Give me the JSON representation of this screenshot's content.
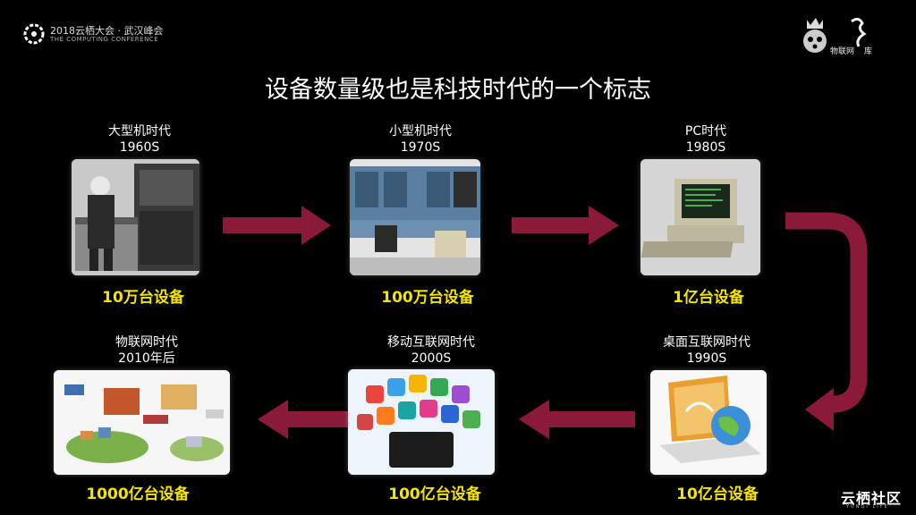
{
  "header": {
    "conference_cn": "2018云栖大会 · 武汉峰会",
    "conference_en": "THE COMPUTING CONFERENCE",
    "partner_text_a": "物联网",
    "partner_text_b": "库"
  },
  "title": "设备数量级也是科技时代的一个标志",
  "eras": [
    {
      "name": "大型机时代",
      "year": "1960S",
      "count": "10万台设备"
    },
    {
      "name": "小型机时代",
      "year": "1970S",
      "count": "100万台设备"
    },
    {
      "name": "PC时代",
      "year": "1980S",
      "count": "1亿台设备"
    },
    {
      "name": "桌面互联网时代",
      "year": "1990S",
      "count": "10亿台设备"
    },
    {
      "name": "移动互联网时代",
      "year": "2000S",
      "count": "100亿台设备"
    },
    {
      "name": "物联网时代",
      "year": "2010年后",
      "count": "1000亿台设备"
    }
  ],
  "footer": {
    "watermark": "云栖社区",
    "watermark_sub": "YUNQI LIFE"
  },
  "colors": {
    "arrow": "#8b1a3a",
    "count": "#f4e400",
    "background": "#000000"
  }
}
